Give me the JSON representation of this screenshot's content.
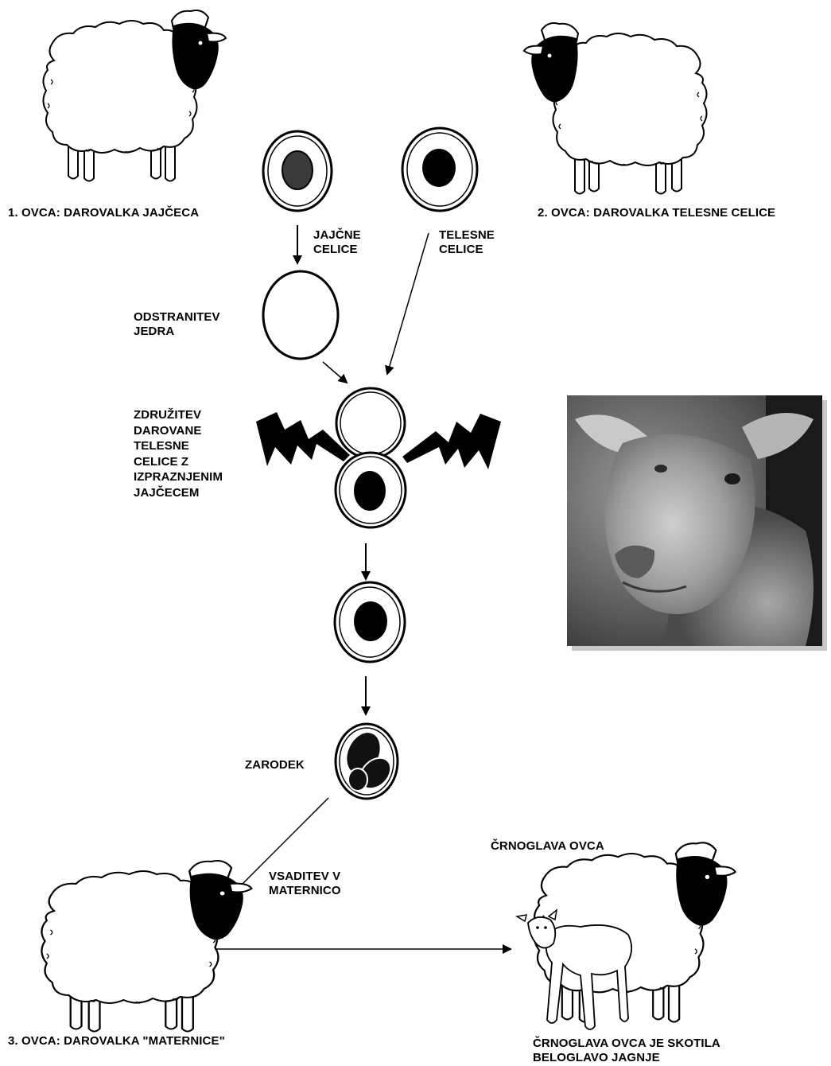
{
  "sheep": {
    "donor_egg_label": "1. OVCA: DAROVALKA JAJČECA",
    "donor_body_cell_label": "2. OVCA: DAROVALKA TELESNE CELICE",
    "surrogate_label": "3. OVCA: DAROVALKA \"MATERNICE\"",
    "blackface_label": "ČRNOGLAVA OVCA",
    "result_label": [
      "ČRNOGLAVA OVCA JE SKOTILA",
      "BELOGLAVO JAGNJE"
    ]
  },
  "steps": {
    "egg_cells": [
      "JAJČNE",
      "CELICE"
    ],
    "body_cells": [
      "TELESNE",
      "CELICE"
    ],
    "enucleation": [
      "ODSTRANITEV",
      "JEDRA"
    ],
    "fusion": [
      "ZDRUŽITEV",
      "DAROVANE",
      "TELESNE",
      "CELICE Z",
      "IZPRAZNJENIM",
      "JAJČECEM"
    ],
    "embryo": "ZARODEK",
    "implant": [
      "VSADITEV V",
      "MATERNICO"
    ]
  },
  "colors": {
    "ink": "#000000",
    "fleece": "#ffffff",
    "photo_shadow": "#c8c8c8"
  },
  "icons": {
    "sheep": "sheep-icon",
    "cell": "cell-icon",
    "arrow": "arrow-icon",
    "spark": "lightning-icon",
    "photo": "sheep-face-photo"
  }
}
